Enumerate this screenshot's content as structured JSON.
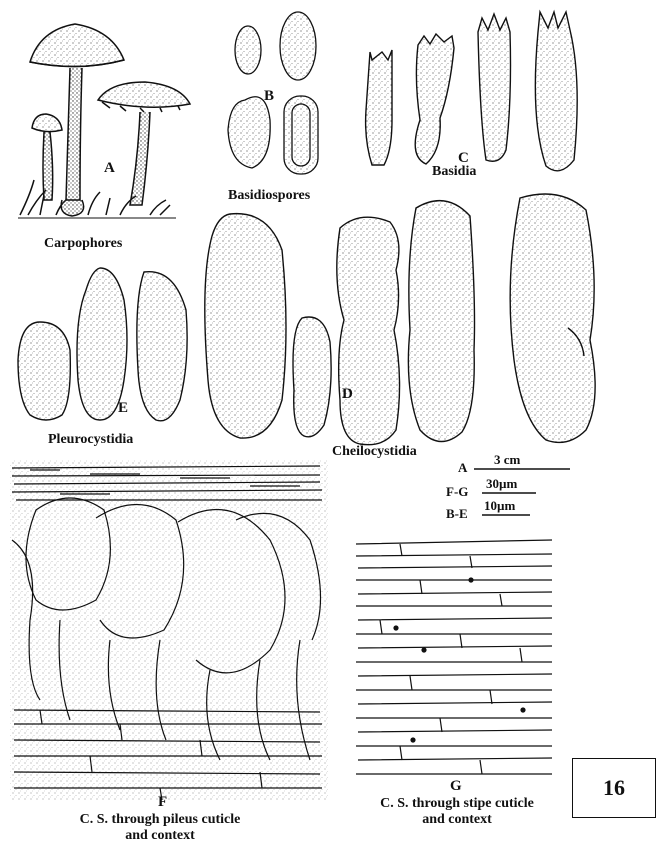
{
  "labels": {
    "A": "A",
    "B": "B",
    "C": "C",
    "D": "D",
    "E": "E",
    "F": "F",
    "G": "G"
  },
  "captions": {
    "carpophores": "Carpophores",
    "basidiospores": "Basidiospores",
    "basidia": "Basidia",
    "pleurocystidia": "Pleurocystidia",
    "cheilocystidia": "Cheilocystidia",
    "pileus_line1": "C. S. through pileus cuticle",
    "pileus_line2": "and context",
    "stipe_line1": "C. S. through stipe cuticle",
    "stipe_line2": "and context"
  },
  "scale_bars": [
    {
      "key": "A",
      "value": "3 cm"
    },
    {
      "key": "F-G",
      "value": "30µm"
    },
    {
      "key": "B-E",
      "value": "10µm"
    }
  ],
  "plate_number": "16"
}
